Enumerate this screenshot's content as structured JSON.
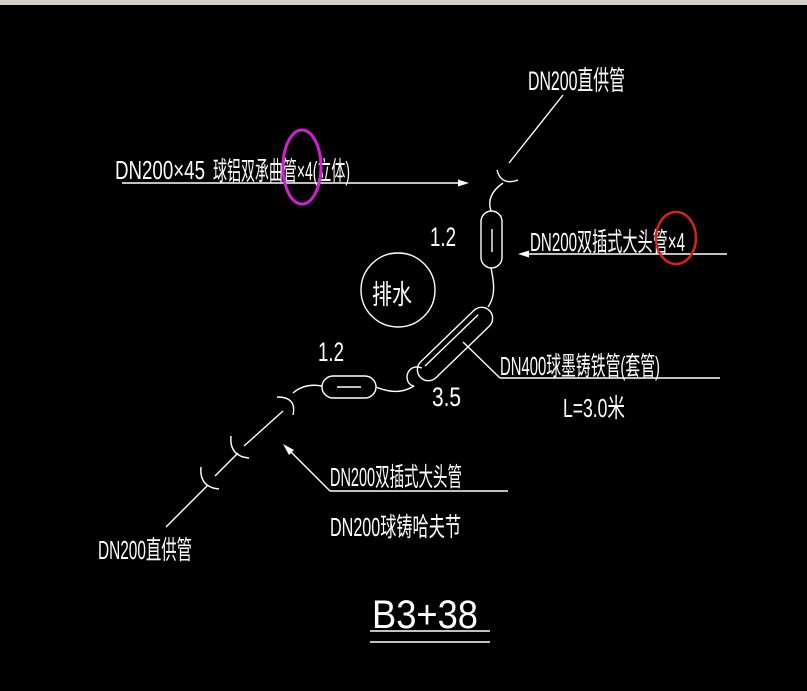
{
  "drawing": {
    "station_label": "B3+38",
    "drain_label": "排水",
    "pipes": {
      "supply_top": "DN200直供管",
      "elbow_size": "DN200×45",
      "elbow_desc": "球铝双承曲管×4(立体)",
      "double_spigot_upper": "DN200双插式大头管×4",
      "casing": "DN400球墨铸铁管(套管)",
      "casing_length": "L=3.0米",
      "double_spigot_lower": "DN200双插式大头管",
      "coupling": "DN200球铸哈夫节",
      "supply_bottom": "DN200直供管"
    },
    "dimensions": {
      "upper_segment": "1.2",
      "middle_segment": "1.2",
      "casing_offset": "3.5"
    }
  },
  "colors": {
    "background": "#000000",
    "linework": "#ffffff",
    "markup_magenta": "#d21fd2",
    "markup_red": "#d8221c",
    "window_frame": "#d4d0c8"
  }
}
